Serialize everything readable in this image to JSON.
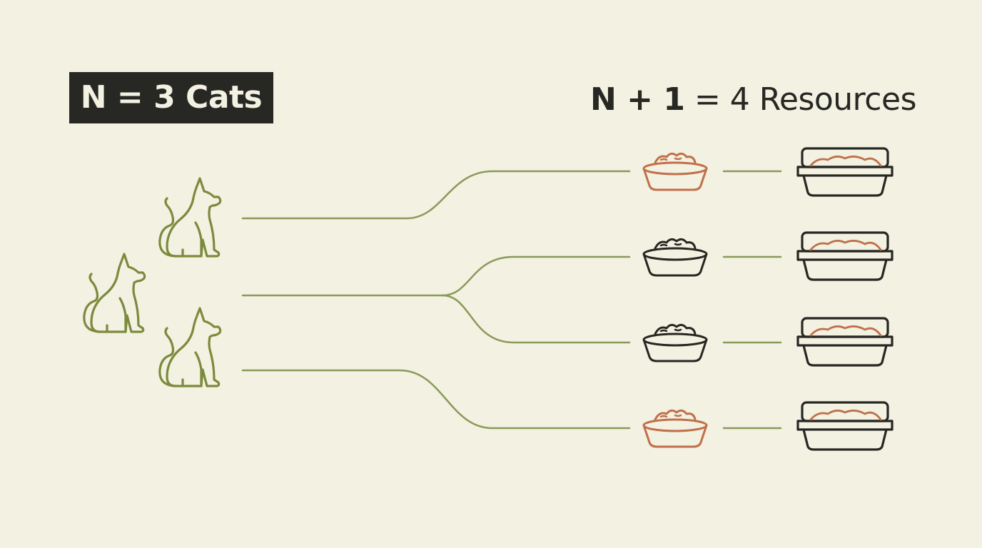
{
  "title_left": "N = 3 Cats",
  "title_right": {
    "bold": "N + 1",
    "rest": " = 4 Resources"
  },
  "colors": {
    "background": "#f3f1e2",
    "dark": "#272723",
    "cat": "#7c8a3c",
    "line": "#8a9a5a",
    "accent": "#c0704a"
  },
  "cats": [
    {
      "icon": "cat-icon"
    },
    {
      "icon": "cat-icon"
    },
    {
      "icon": "cat-icon"
    }
  ],
  "resources": [
    {
      "bowl_icon": "food-bowl-icon",
      "bowl_color": "accent",
      "box_icon": "litter-box-icon"
    },
    {
      "bowl_icon": "food-bowl-icon",
      "bowl_color": "dark",
      "box_icon": "litter-box-icon"
    },
    {
      "bowl_icon": "food-bowl-icon",
      "bowl_color": "dark",
      "box_icon": "litter-box-icon"
    },
    {
      "bowl_icon": "food-bowl-icon",
      "bowl_color": "accent",
      "box_icon": "litter-box-icon"
    }
  ]
}
